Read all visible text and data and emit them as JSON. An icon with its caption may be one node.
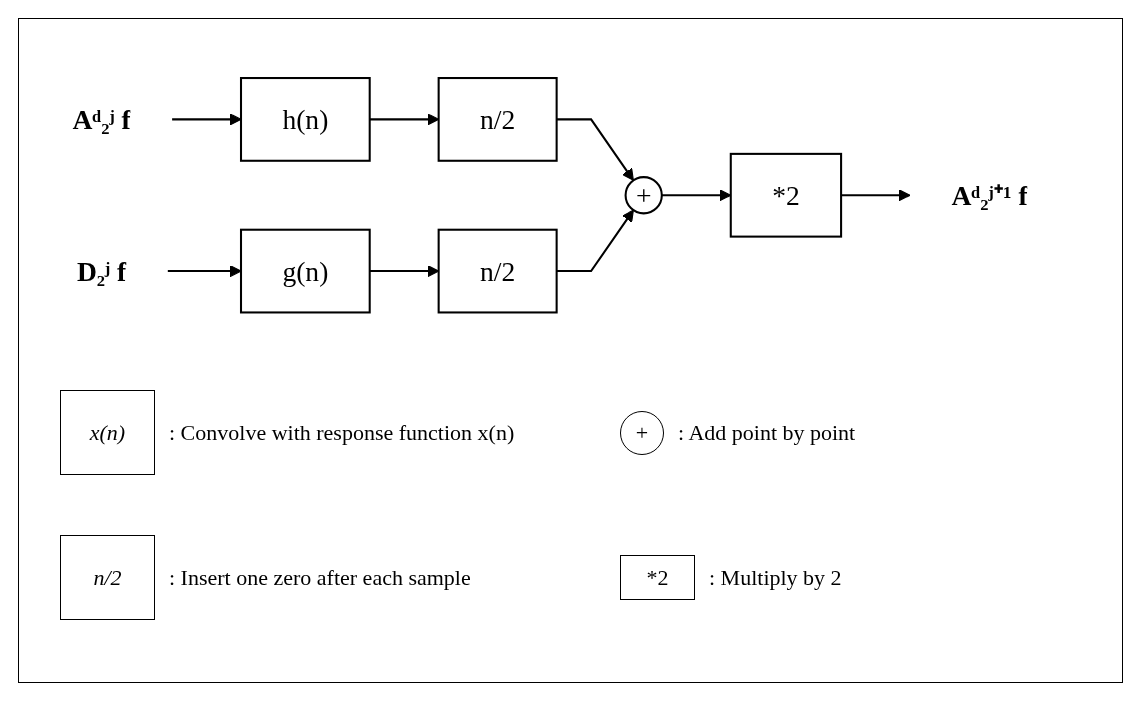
{
  "diagram": {
    "nodes": [
      {
        "text": [
          "Aᵈ₂ʲ f"
        ]
      },
      {
        "text": [
          "h(n)"
        ]
      },
      {
        "text": [
          "n/2"
        ]
      },
      {
        "text": [
          "+"
        ]
      },
      {
        "text": [
          "*2"
        ]
      },
      {
        "text": [
          "Aᵈ₂ʲ⁺¹ f"
        ]
      },
      {
        "text": [
          "D₂ʲ f"
        ]
      },
      {
        "text": [
          "g(n)"
        ]
      },
      {
        "text": [
          "n/2"
        ]
      }
    ],
    "edges": [
      {
        "from": 0,
        "to": 1,
        "arrow": "to"
      },
      {
        "from": 1,
        "to": 2,
        "arrow": "to"
      },
      {
        "from": 2,
        "to": 3,
        "arrow": "to"
      },
      {
        "from": 6,
        "to": 7,
        "arrow": "to"
      },
      {
        "from": 7,
        "to": 8,
        "arrow": "to"
      },
      {
        "from": 8,
        "to": 3,
        "arrow": "to"
      },
      {
        "from": 3,
        "to": 4,
        "arrow": "to"
      },
      {
        "from": 4,
        "to": 5,
        "arrow": "to"
      }
    ],
    "labels": [
      "x(n)",
      "+",
      "n/2",
      "*2"
    ],
    "legend": [
      {
        "text": ": Convolve with response function x(n)"
      },
      {
        "text": ": Add point by point"
      },
      {
        "text": ": Insert one zero after each sample"
      },
      {
        "text": ": Multiply by 2"
      }
    ]
  }
}
